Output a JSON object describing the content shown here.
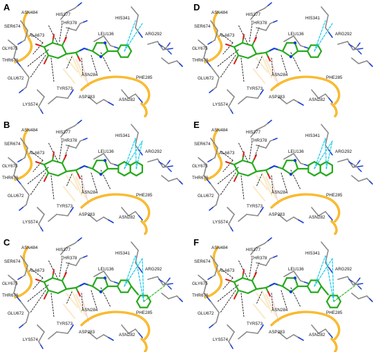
{
  "figure": {
    "panels": [
      {
        "id": "A",
        "residues": [
          "ASN484",
          "HIS377",
          "THR378",
          "SER674",
          "ALA673",
          "GLY675",
          "THR676",
          "GLU672",
          "TYR573",
          "LYS574",
          "ASP283",
          "ASN284",
          "ASN282",
          "PHE285",
          "LEU136",
          "HIS341",
          "ARG292"
        ],
        "ligand_ring": "phenyl"
      },
      {
        "id": "B",
        "residues": [
          "ASN484",
          "HIS377",
          "THR378",
          "SER674",
          "ALA673",
          "GLY675",
          "THR676",
          "GLU672",
          "TYR573",
          "LYS574",
          "ASP283",
          "ASN284",
          "ASN282",
          "PHE285",
          "LEU136",
          "HIS341",
          "ARG292"
        ],
        "ligand_ring": "naphthyl"
      },
      {
        "id": "C",
        "residues": [
          "ASN484",
          "HIS377",
          "THR378",
          "SER674",
          "ALA673",
          "GLY675",
          "THR676",
          "GLU672",
          "TYR573",
          "LYS574",
          "ASP283",
          "ASN284",
          "ASN282",
          "PHE285",
          "LEU136",
          "HIS341",
          "ARG292"
        ],
        "ligand_ring": "biphenyl"
      },
      {
        "id": "D",
        "residues": [
          "ASN484",
          "HIS377",
          "THR378",
          "SER674",
          "ALA673",
          "GLY675",
          "THR676",
          "GLU672",
          "TYR573",
          "LYS574",
          "ASP283",
          "ASN284",
          "ASN282",
          "PHE285",
          "LEU136",
          "HIS341",
          "ARG292"
        ],
        "ligand_ring": "phenyl"
      },
      {
        "id": "E",
        "residues": [
          "ASN484",
          "HIS377",
          "THR378",
          "SER674",
          "ALA673",
          "GLY675",
          "THR676",
          "GLU672",
          "TYR573",
          "LYS574",
          "ASP283",
          "ASN284",
          "ASN282",
          "PHE285",
          "LEU136",
          "HIS341",
          "ARG292"
        ],
        "ligand_ring": "naphthyl"
      },
      {
        "id": "F",
        "residues": [
          "ASN484",
          "HIS377",
          "THR378",
          "SER674",
          "ALA673",
          "GLY675",
          "THR676",
          "GLU672",
          "TYR573",
          "LYS574",
          "ASP283",
          "ASN284",
          "ASN282",
          "PHE285",
          "LEU136",
          "HIS341",
          "ARG292"
        ],
        "ligand_ring": "biphenyl"
      }
    ],
    "colors": {
      "ligand_carbon": "#27a91e",
      "oxygen": "#e01b1b",
      "nitrogen": "#1a3fd6",
      "protein_carbon": "#8a8a8a",
      "ribbon": "#f5a800",
      "hbond": "#111111",
      "pi_interaction": "#14c8e6",
      "cation_pi": "#2fb52f"
    }
  }
}
